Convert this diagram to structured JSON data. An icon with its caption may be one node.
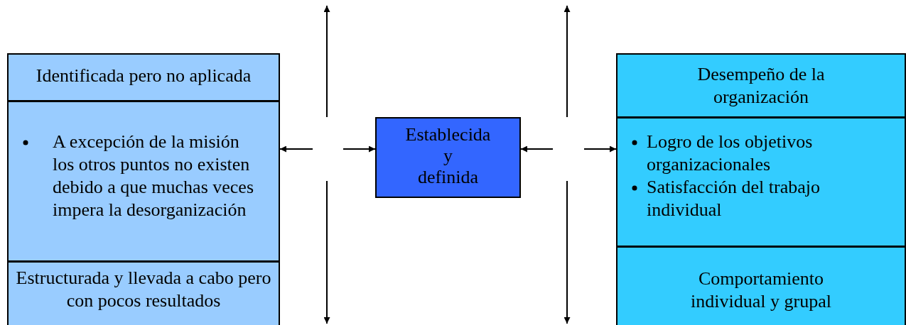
{
  "diagram": {
    "nodes": [
      {
        "text": [
          "Identificada pero no aplicada"
        ]
      },
      {
        "text": [
          "A excepción de la misión los otros puntos no existen debido a que muchas veces impera la desorganización"
        ]
      },
      {
        "text": [
          "Estructurada y llevada a cabo pero con pocos resultados"
        ]
      },
      {
        "text": [
          "Establecida y definida"
        ]
      },
      {
        "text": [
          "Desempeño de la organización"
        ]
      },
      {
        "text": [
          "Logro de los objetivos organizacionales",
          "Satisfacción del trabajo individual"
        ]
      },
      {
        "text": [
          "Comportamiento individual y grupal"
        ]
      }
    ],
    "edges": [
      {
        "from": null,
        "to": 1,
        "arrow": "to"
      },
      {
        "from": null,
        "to": 3,
        "arrow": "to"
      },
      {
        "from": null,
        "to": 3,
        "arrow": "to"
      },
      {
        "from": null,
        "to": 5,
        "arrow": "to"
      }
    ]
  }
}
